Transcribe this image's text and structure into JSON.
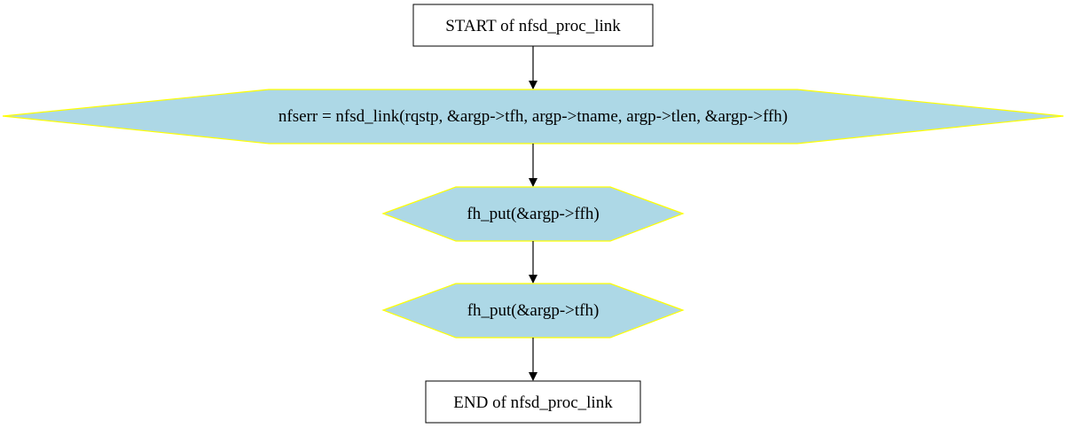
{
  "diagram": {
    "nodes": {
      "start": {
        "label": "START of nfsd_proc_link"
      },
      "link_call": {
        "label": "nfserr = nfsd_link(rqstp, &argp->tfh, argp->tname, argp->tlen, &argp->ffh)"
      },
      "put_ffh": {
        "label": "fh_put(&argp->ffh)"
      },
      "put_tfh": {
        "label": "fh_put(&argp->tfh)"
      },
      "end": {
        "label": "END of nfsd_proc_link"
      }
    },
    "colors": {
      "process_fill": "#add8e6",
      "process_stroke": "#ffff00",
      "terminal_fill": "#ffffff",
      "terminal_stroke": "#000000",
      "edge": "#000000"
    }
  }
}
